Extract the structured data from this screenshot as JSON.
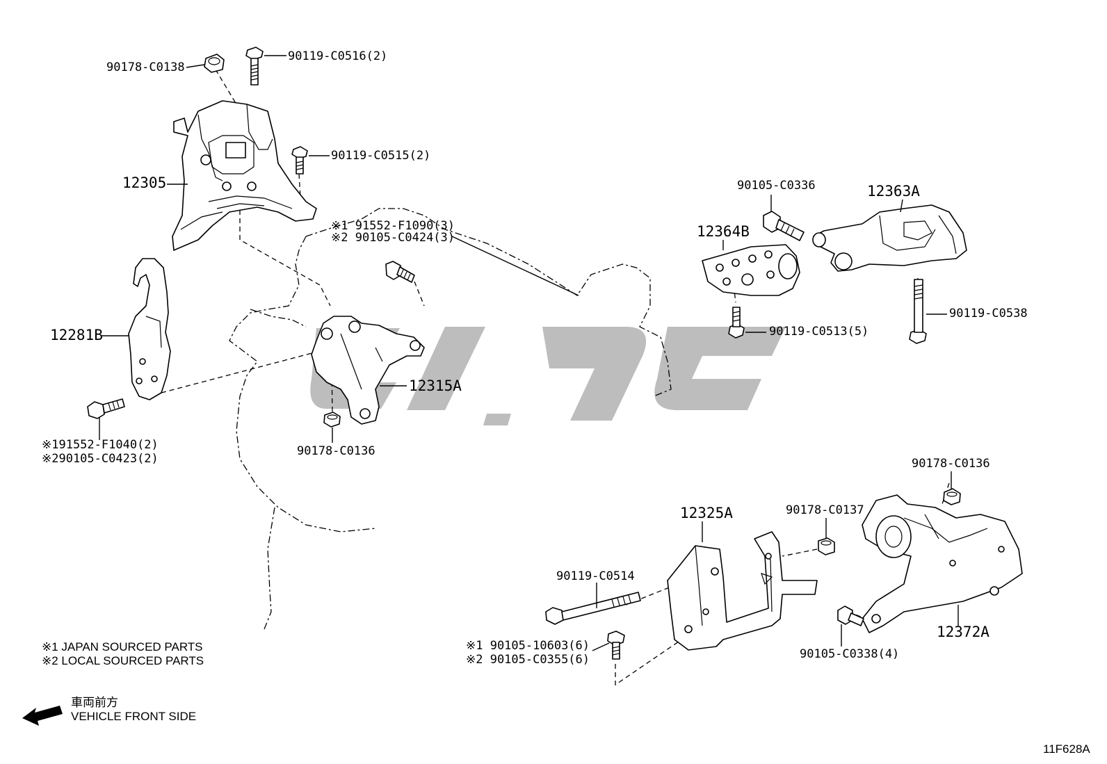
{
  "labels": {
    "p90178_c0138": "90178-C0138",
    "p90119_c0516": "90119-C0516(2)",
    "p90119_c0515": "90119-C0515(2)",
    "p12305": "12305",
    "p91552_f1090": "※1 91552-F1090(3)",
    "p90105_c0424": "※2 90105-C0424(3)",
    "p12281b": "12281B",
    "p12315a": "12315A",
    "p91552_f1040": "※191552-F1040(2)",
    "p90105_c0423": "※290105-C0423(2)",
    "p90178_c0136_a": "90178-C0136",
    "p90105_c0336": "90105-C0336",
    "p12363a": "12363A",
    "p12364b": "12364B",
    "p90119_c0538": "90119-C0538",
    "p90119_c0513": "90119-C0513(5)",
    "p90178_c0136_b": "90178-C0136",
    "p12325a": "12325A",
    "p90178_c0137": "90178-C0137",
    "p90119_c0514": "90119-C0514",
    "p90105_10603": "※1 90105-10603(6)",
    "p90105_c0355": "※2 90105-C0355(6)",
    "p90105_c0338": "90105-C0338(4)",
    "p12372a": "12372A"
  },
  "notes": {
    "japan": "※1  JAPAN SOURCED PARTS",
    "local": "※2  LOCAL SOURCED PARTS"
  },
  "direction": {
    "jp": "車両前方",
    "en": "VEHICLE FRONT SIDE",
    "icon": "arrow-left-icon"
  },
  "figure_code": "11F628A",
  "watermark_color": "#bdbdbd"
}
